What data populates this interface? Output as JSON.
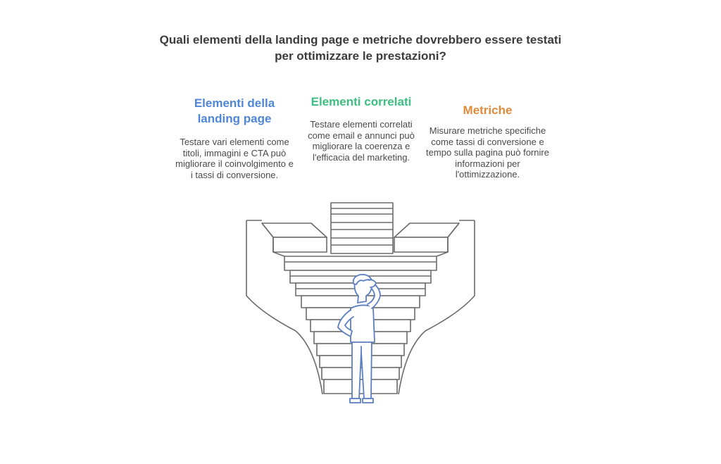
{
  "title": "Quali elementi della landing page e metriche dovrebbero essere testati per ottimizzare le prestazioni?",
  "columns": [
    {
      "heading": "Elementi della landing page",
      "text": "Testare vari elementi come titoli, immagini e CTA può migliorare il coinvolgimento e i tassi di conversione.",
      "color": "#4e86d8"
    },
    {
      "heading": "Elementi correlati",
      "text": "Testare elementi correlati come email e annunci può migliorare la coerenza e l'efficacia del marketing.",
      "color": "#3cbf80"
    },
    {
      "heading": "Metriche",
      "text": "Misurare metriche specifiche come tassi di conversione e tempo sulla pagina può fornire informazioni per l'ottimizzazione.",
      "color": "#e08a3b"
    }
  ],
  "icons": [
    "staircase-icon",
    "person-thinking-icon"
  ]
}
